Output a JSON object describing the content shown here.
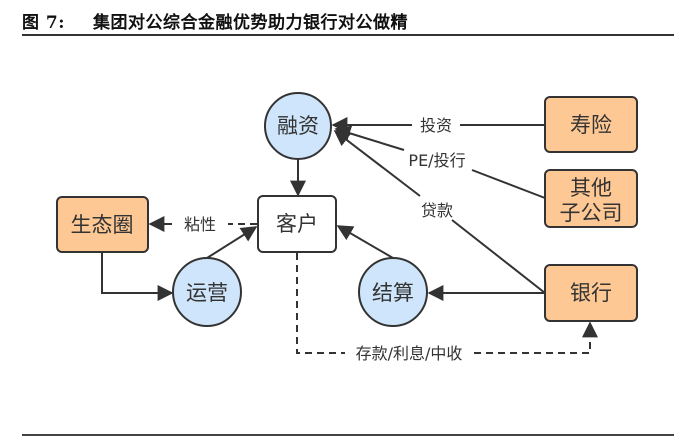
{
  "figure": {
    "number": "图 7:",
    "caption": "集团对公综合金融优势助力银行对公做精"
  },
  "colors": {
    "circle_fill": "#cfe5fb",
    "orange_fill": "#fdc894",
    "white_fill": "#ffffff",
    "stroke": "#333333"
  },
  "nodes": {
    "rongzi": "融资",
    "kehu": "客户",
    "shengtaiquan": "生态圈",
    "yunying": "运营",
    "jiesuan": "结算",
    "shouxian": "寿险",
    "qita_line1": "其他",
    "qita_line2": "子公司",
    "yinhang": "银行"
  },
  "edges": {
    "touzi": "投资",
    "pe_touhang": "PE/投行",
    "daikuan": "贷款",
    "zhanxing": "粘性",
    "cunkuan": "存款/利息/中收"
  }
}
